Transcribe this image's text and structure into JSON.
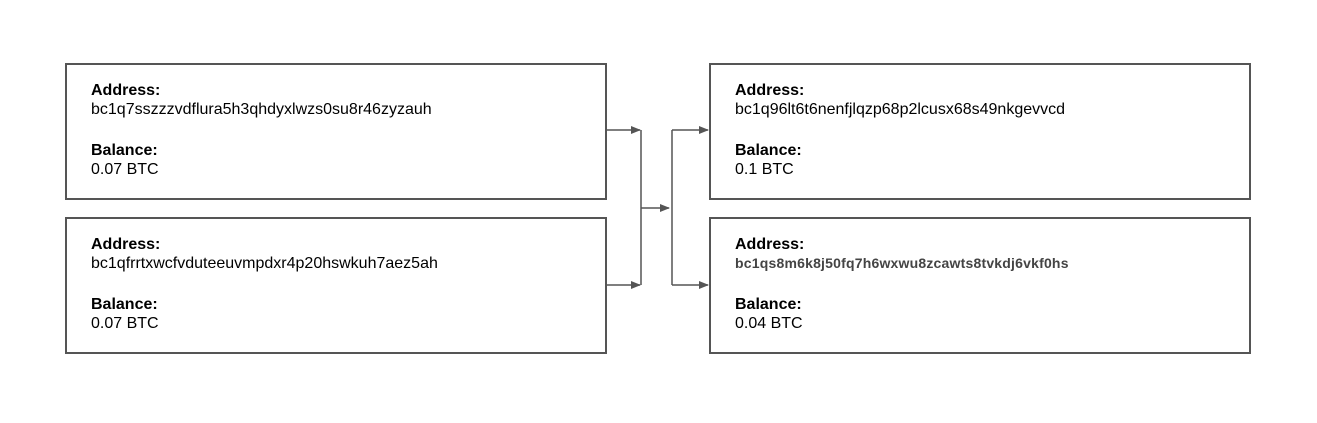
{
  "colors": {
    "border": "#555555",
    "connector": "#555555",
    "background": "#ffffff"
  },
  "inputs": [
    {
      "address_label": "Address:",
      "address": "bc1q7sszzzvdflura5h3qhdyxlwzs0su8r46zyzauh",
      "balance_label": "Balance:",
      "balance": "0.07 BTC"
    },
    {
      "address_label": "Address:",
      "address": "bc1qfrrtxwcfvduteeuvmpdxr4p20hswkuh7aez5ah",
      "balance_label": "Balance:",
      "balance": "0.07 BTC"
    }
  ],
  "outputs": [
    {
      "address_label": "Address:",
      "address": "bc1q96lt6t6nenfjlqzp68p2lcusx68s49nkgevvcd",
      "balance_label": "Balance:",
      "balance": "0.1 BTC"
    },
    {
      "address_label": "Address:",
      "address": "bc1qs8m6k8j50fq7h6wxwu8zcawts8tvkdj6vkf0hs",
      "balance_label": "Balance:",
      "balance": "0.04 BTC"
    }
  ]
}
